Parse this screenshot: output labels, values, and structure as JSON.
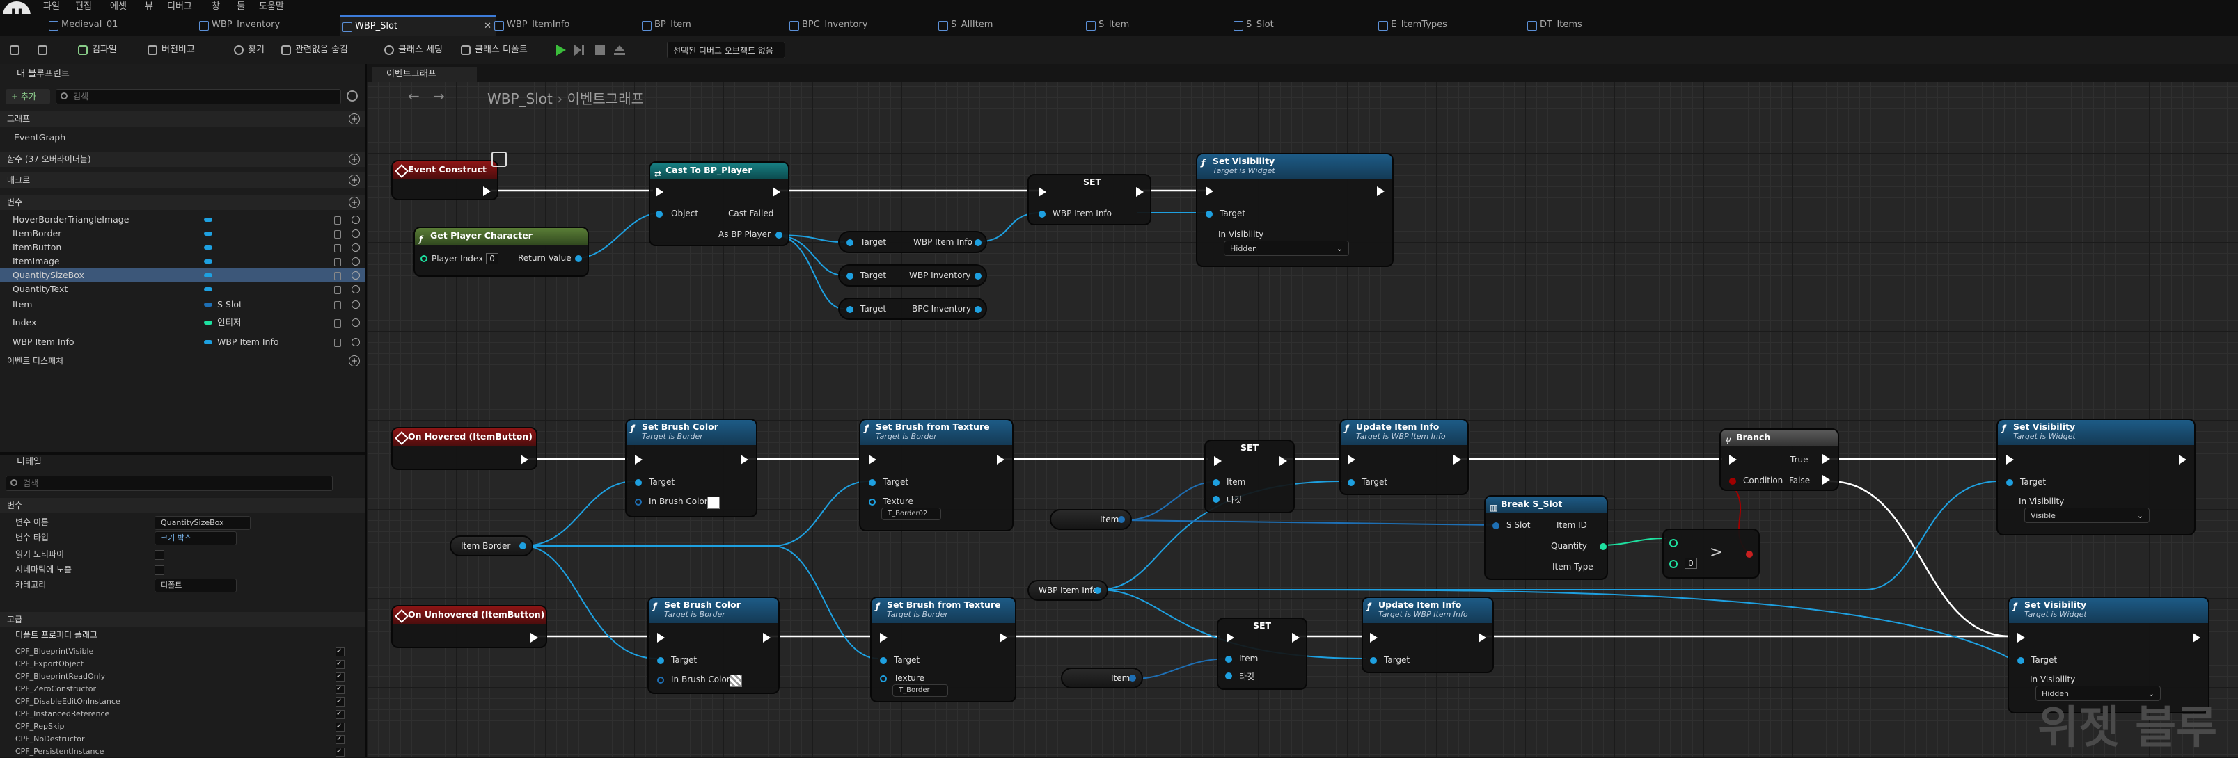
{
  "menu": [
    "파일",
    "편집",
    "에셋",
    "뷰",
    "디버그",
    "창",
    "툴",
    "도움말"
  ],
  "tabs": [
    {
      "label": "Medieval_01",
      "active": false
    },
    {
      "label": "WBP_Inventory",
      "active": false
    },
    {
      "label": "WBP_Slot",
      "active": true
    },
    {
      "label": "WBP_ItemInfo",
      "active": false
    },
    {
      "label": "BP_Item",
      "active": false
    },
    {
      "label": "BPC_Inventory",
      "active": false
    },
    {
      "label": "S_AllItem",
      "active": false
    },
    {
      "label": "S_Item",
      "active": false
    },
    {
      "label": "S_Slot",
      "active": false
    },
    {
      "label": "E_ItemTypes",
      "active": false
    },
    {
      "label": "DT_Items",
      "active": false
    }
  ],
  "toolbar": {
    "compile": "컴파일",
    "diff": "버전비교",
    "find": "찾기",
    "hide_unrelated": "관련없음 숨김",
    "class_settings": "클래스 세팅",
    "class_defaults": "클래스 디폴트",
    "debug_object": "선택된 디버그 오브젝트 없음"
  },
  "left": {
    "my_blueprint": "내 블루프린트",
    "add": "+ 추가",
    "search_placeholder": "검색",
    "sections": {
      "graphs": "그래프",
      "functions": "함수 (37 오버라이더블)",
      "macros": "매크로",
      "variables": "변수",
      "dispatchers": "이벤트 디스패처"
    },
    "event_graph": "EventGraph",
    "variables": [
      {
        "name": "HoverBorderTriangleImage",
        "type": ""
      },
      {
        "name": "ItemBorder",
        "type": ""
      },
      {
        "name": "ItemButton",
        "type": ""
      },
      {
        "name": "ItemImage",
        "type": ""
      },
      {
        "name": "QuantitySizeBox",
        "type": "",
        "selected": true
      },
      {
        "name": "QuantityText",
        "type": ""
      },
      {
        "name": "Item",
        "type": "S Slot"
      },
      {
        "name": "Index",
        "type": "인티저"
      },
      {
        "name": "WBP Item Info",
        "type": "WBP Item Info"
      }
    ]
  },
  "details": {
    "title": "디테일",
    "search_placeholder": "검색",
    "section_var": "변수",
    "rows": [
      {
        "label": "변수 이름",
        "value": "QuantitySizeBox"
      },
      {
        "label": "변수 타입",
        "value": "크기 박스"
      },
      {
        "label": "읽기 노티파이",
        "value": ""
      },
      {
        "label": "시네마틱에 노출",
        "value": ""
      },
      {
        "label": "카테고리",
        "value": "디폴트"
      }
    ],
    "section_adv": "고급",
    "flags_title": "디폴트 프로퍼티 플래그",
    "flags": [
      "CPF_BlueprintVisible",
      "CPF_ExportObject",
      "CPF_BlueprintReadOnly",
      "CPF_ZeroConstructor",
      "CPF_DisableEditOnInstance",
      "CPF_InstancedReference",
      "CPF_RepSkip",
      "CPF_NoDestructor",
      "CPF_PersistentInstance"
    ]
  },
  "graph": {
    "tab": "이벤트그래프",
    "breadcrumb_bp": "WBP_Slot",
    "breadcrumb_graph": "이벤트그래프",
    "watermark": "위젯 블루",
    "nodes": {
      "event_construct": "Event Construct",
      "get_player": {
        "title": "Get Player Character",
        "player_index": "Player Index",
        "index_val": "0",
        "return": "Return Value"
      },
      "cast": {
        "title": "Cast To BP_Player",
        "object": "Object",
        "failed": "Cast Failed",
        "as": "As BP Player"
      },
      "get_iteminfo": {
        "target": "Target",
        "out": "WBP Item Info"
      },
      "get_inventory": {
        "target": "Target",
        "out": "WBP Inventory"
      },
      "get_bpc": {
        "target": "Target",
        "out": "BPC Inventory"
      },
      "set1": {
        "title": "SET",
        "pin": "WBP Item Info"
      },
      "setvis1": {
        "title": "Set Visibility",
        "sub": "Target is Widget",
        "target": "Target",
        "vis": "In Visibility",
        "val": "Hidden"
      },
      "on_hovered": "On Hovered (ItemButton)",
      "on_unhovered": "On Unhovered (ItemButton)",
      "item_border": "Item Border",
      "brush_color1": {
        "title": "Set Brush Color",
        "sub": "Target is Border",
        "target": "Target",
        "color": "In Brush Color"
      },
      "brush_tex1": {
        "title": "Set Brush from Texture",
        "sub": "Target is Border",
        "target": "Target",
        "tex": "Texture",
        "val": "T_Border02"
      },
      "set2": {
        "title": "SET",
        "item": "Item",
        "b": "타깃"
      },
      "item_var1": "Item",
      "update1": {
        "title": "Update Item Info",
        "sub": "Target is WBP Item Info",
        "target": "Target"
      },
      "break": {
        "title": "Break S_Slot",
        "s": "S Slot",
        "id": "Item ID",
        "qty": "Quantity",
        "type": "Item Type"
      },
      "greater": {
        "op": ">",
        "val": "0"
      },
      "branch": {
        "title": "Branch",
        "cond": "Condition",
        "t": "True",
        "f": "False"
      },
      "setvis2": {
        "title": "Set Visibility",
        "sub": "Target is Widget",
        "target": "Target",
        "vis": "In Visibility",
        "val": "Visible"
      },
      "wbp_iteminfo_var": "WBP Item Info",
      "brush_color2": {
        "title": "Set Brush Color",
        "sub": "Target is Border",
        "target": "Target",
        "color": "In Brush Color"
      },
      "brush_tex2": {
        "title": "Set Brush from Texture",
        "sub": "Target is Border",
        "target": "Target",
        "tex": "Texture",
        "val": "T_Border"
      },
      "set3": {
        "title": "SET",
        "item": "Item",
        "b": "타깃"
      },
      "item_var2": "Item",
      "update2": {
        "title": "Update Item Info",
        "sub": "Target is WBP Item Info",
        "target": "Target"
      },
      "setvis3": {
        "title": "Set Visibility",
        "sub": "Target is Widget",
        "target": "Target",
        "vis": "In Visibility",
        "val": "Hidden"
      }
    }
  },
  "colors": {
    "exec": "#ffffff",
    "object": "#1ea0e0",
    "struct": "#1e6fb4",
    "int": "#1ee0a0",
    "bool": "#a00000",
    "accent": "#3d7cd9"
  }
}
